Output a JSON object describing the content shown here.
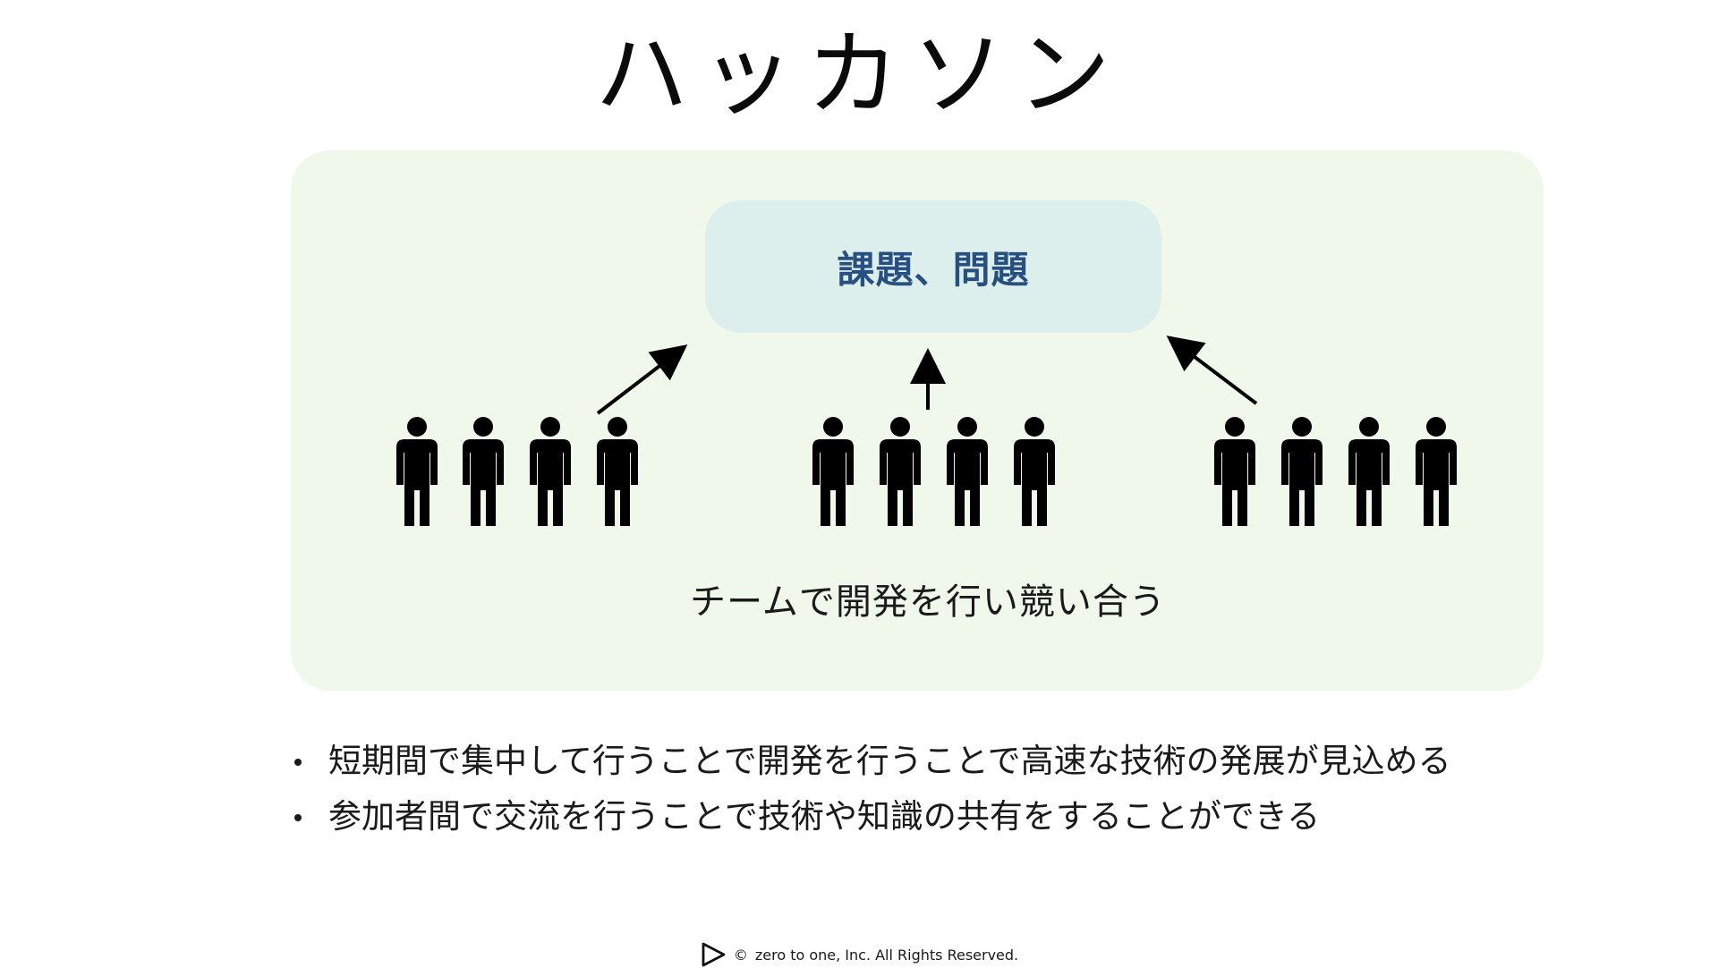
{
  "title": "ハッカソン",
  "diagram": {
    "issue_label": "課題、問題",
    "team_caption": "チームで開発を行い競い合う",
    "icons": {
      "person": "person-icon",
      "arrow": "arrow-icon"
    },
    "team_count": 3,
    "people_per_team": 4
  },
  "bullets": [
    "短期間で集中して行うことで開発を行うことで高速な技術の発展が見込める",
    "参加者間で交流を行うことで技術や知識の共有をすることができる"
  ],
  "footer": {
    "copyright_symbol": "©",
    "copyright_text": "zero to one, Inc. All Rights Reserved.",
    "logo_icon": "play-triangle-logo"
  },
  "colors": {
    "panel_background": "#f0f8ec",
    "issue_box_background": "#dcefec",
    "issue_text": "#274f7f"
  }
}
